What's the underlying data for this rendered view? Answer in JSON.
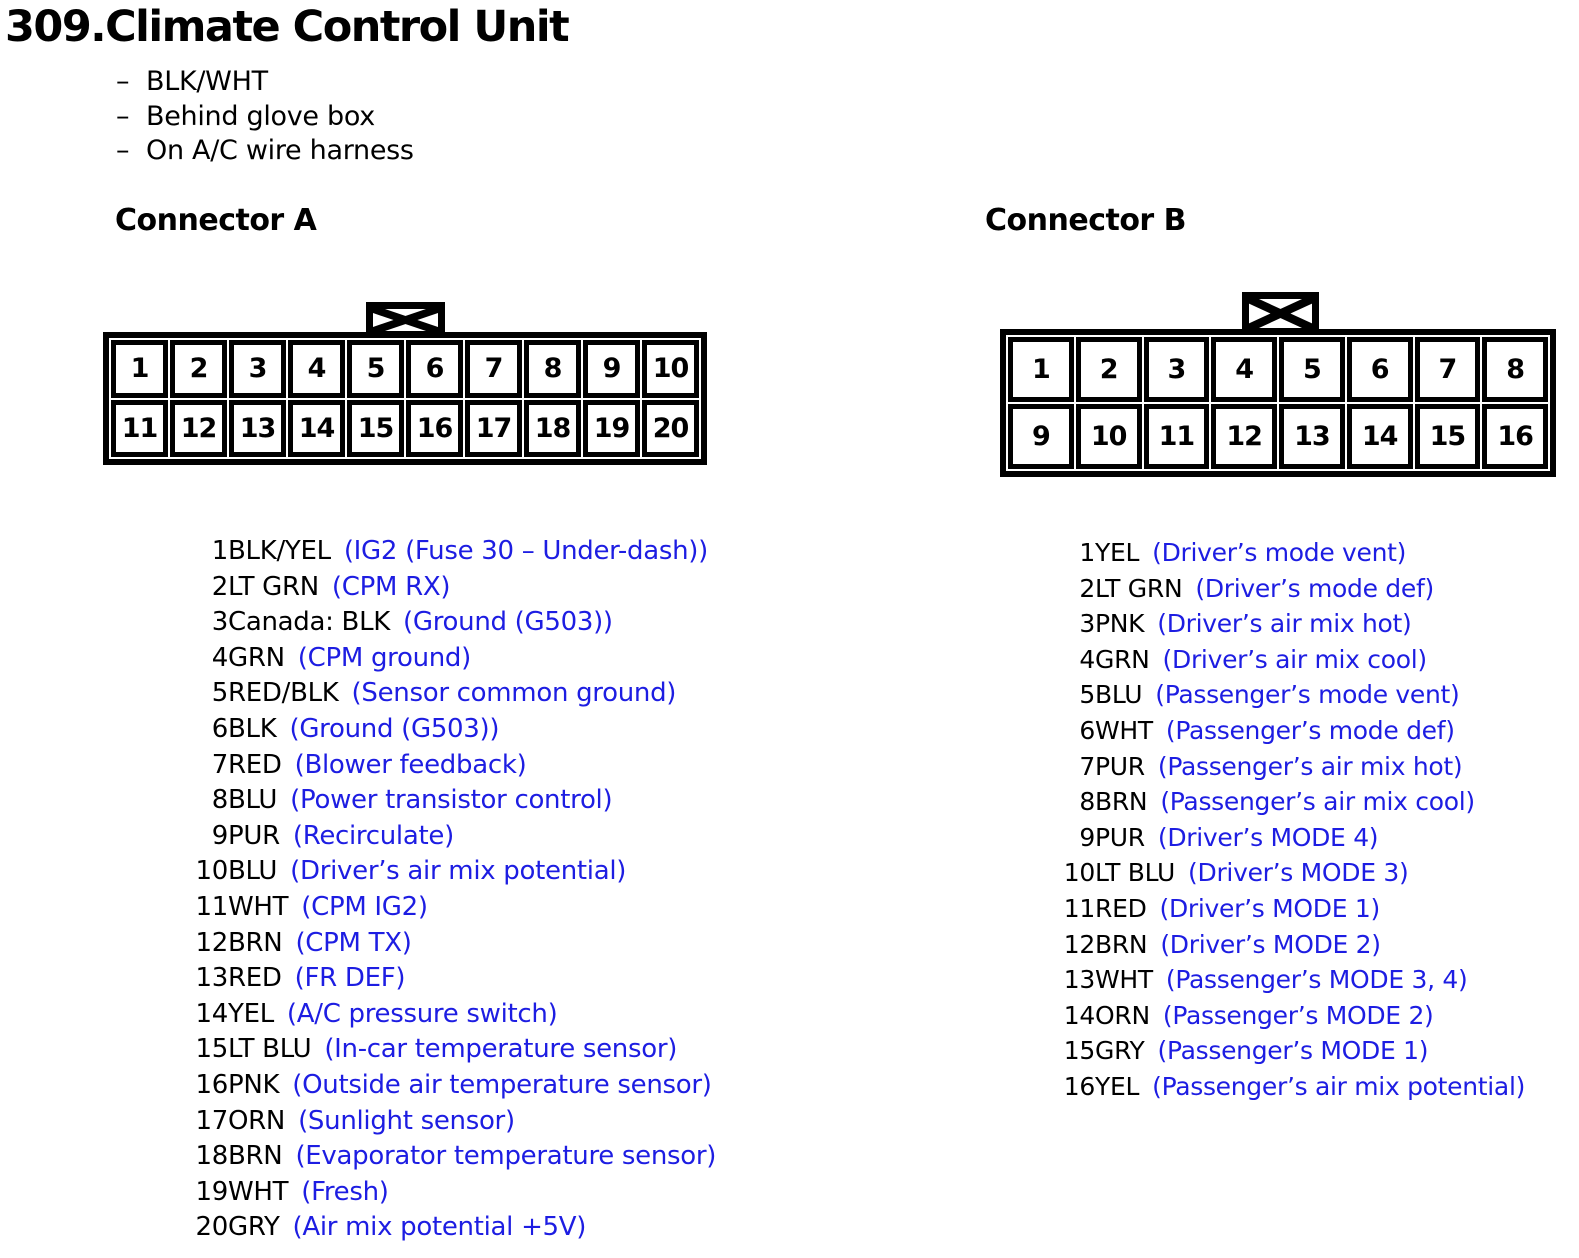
{
  "title": "309.Climate Control Unit",
  "notes": [
    {
      "bullet": "–",
      "text": "BLK/WHT"
    },
    {
      "bullet": "–",
      "text": "Behind glove box"
    },
    {
      "bullet": "–",
      "text": "On A/C wire harness"
    }
  ],
  "colors": {
    "text_black": "#000000",
    "function_blue": "#1d1de2",
    "connector_line": "#000000",
    "background": "#ffffff"
  },
  "icons": {
    "keying_tab": "bowtie-x-icon"
  },
  "connector_a": {
    "heading": "Connector A",
    "top_row": [
      "1",
      "2",
      "3",
      "4",
      "5",
      "6",
      "7",
      "8",
      "9",
      "10"
    ],
    "bottom_row": [
      "11",
      "12",
      "13",
      "14",
      "15",
      "16",
      "17",
      "18",
      "19",
      "20"
    ],
    "pins": [
      {
        "pin": "1",
        "color": "BLK/YEL",
        "function": "(IG2 (Fuse 30 – Under-dash))"
      },
      {
        "pin": "2",
        "color": "LT GRN",
        "function": "(CPM RX)"
      },
      {
        "pin": "3",
        "color": "Canada: BLK",
        "function": "(Ground (G503))"
      },
      {
        "pin": "4",
        "color": "GRN",
        "function": "(CPM ground)"
      },
      {
        "pin": "5",
        "color": "RED/BLK",
        "function": "(Sensor common ground)"
      },
      {
        "pin": "6",
        "color": "BLK",
        "function": "(Ground (G503))"
      },
      {
        "pin": "7",
        "color": "RED",
        "function": "(Blower feedback)"
      },
      {
        "pin": "8",
        "color": "BLU",
        "function": "(Power transistor control)"
      },
      {
        "pin": "9",
        "color": "PUR",
        "function": "(Recirculate)"
      },
      {
        "pin": "10",
        "color": "BLU",
        "function": "(Driver’s air mix potential)"
      },
      {
        "pin": "11",
        "color": "WHT",
        "function": "(CPM IG2)"
      },
      {
        "pin": "12",
        "color": "BRN",
        "function": "(CPM TX)"
      },
      {
        "pin": "13",
        "color": "RED",
        "function": "(FR DEF)"
      },
      {
        "pin": "14",
        "color": "YEL",
        "function": "(A/C pressure switch)"
      },
      {
        "pin": "15",
        "color": "LT BLU",
        "function": "(In-car temperature sensor)"
      },
      {
        "pin": "16",
        "color": "PNK",
        "function": "(Outside air temperature sensor)"
      },
      {
        "pin": "17",
        "color": "ORN",
        "function": "(Sunlight sensor)"
      },
      {
        "pin": "18",
        "color": "BRN",
        "function": "(Evaporator temperature sensor)"
      },
      {
        "pin": "19",
        "color": "WHT",
        "function": "(Fresh)"
      },
      {
        "pin": "20",
        "color": "GRY",
        "function": "(Air mix potential +5V)"
      }
    ]
  },
  "connector_b": {
    "heading": "Connector B",
    "top_row": [
      "1",
      "2",
      "3",
      "4",
      "5",
      "6",
      "7",
      "8"
    ],
    "bottom_row": [
      "9",
      "10",
      "11",
      "12",
      "13",
      "14",
      "15",
      "16"
    ],
    "pins": [
      {
        "pin": "1",
        "color": "YEL",
        "function": "(Driver’s mode vent)"
      },
      {
        "pin": "2",
        "color": "LT GRN",
        "function": "(Driver’s mode def)"
      },
      {
        "pin": "3",
        "color": "PNK",
        "function": "(Driver’s air mix hot)"
      },
      {
        "pin": "4",
        "color": "GRN",
        "function": "(Driver’s air mix cool)"
      },
      {
        "pin": "5",
        "color": "BLU",
        "function": "(Passenger’s mode vent)"
      },
      {
        "pin": "6",
        "color": "WHT",
        "function": "(Passenger’s mode def)"
      },
      {
        "pin": "7",
        "color": "PUR",
        "function": "(Passenger’s air mix hot)"
      },
      {
        "pin": "8",
        "color": "BRN",
        "function": "(Passenger’s air mix cool)"
      },
      {
        "pin": "9",
        "color": "PUR",
        "function": "(Driver’s MODE 4)"
      },
      {
        "pin": "10",
        "color": "LT BLU",
        "function": "(Driver’s MODE 3)"
      },
      {
        "pin": "11",
        "color": "RED",
        "function": "(Driver’s MODE 1)"
      },
      {
        "pin": "12",
        "color": "BRN",
        "function": "(Driver’s MODE 2)"
      },
      {
        "pin": "13",
        "color": "WHT",
        "function": "(Passenger’s MODE 3, 4)"
      },
      {
        "pin": "14",
        "color": "ORN",
        "function": "(Passenger’s MODE 2)"
      },
      {
        "pin": "15",
        "color": "GRY",
        "function": "(Passenger’s MODE 1)"
      },
      {
        "pin": "16",
        "color": "YEL",
        "function": "(Passenger’s air mix potential)"
      }
    ]
  }
}
